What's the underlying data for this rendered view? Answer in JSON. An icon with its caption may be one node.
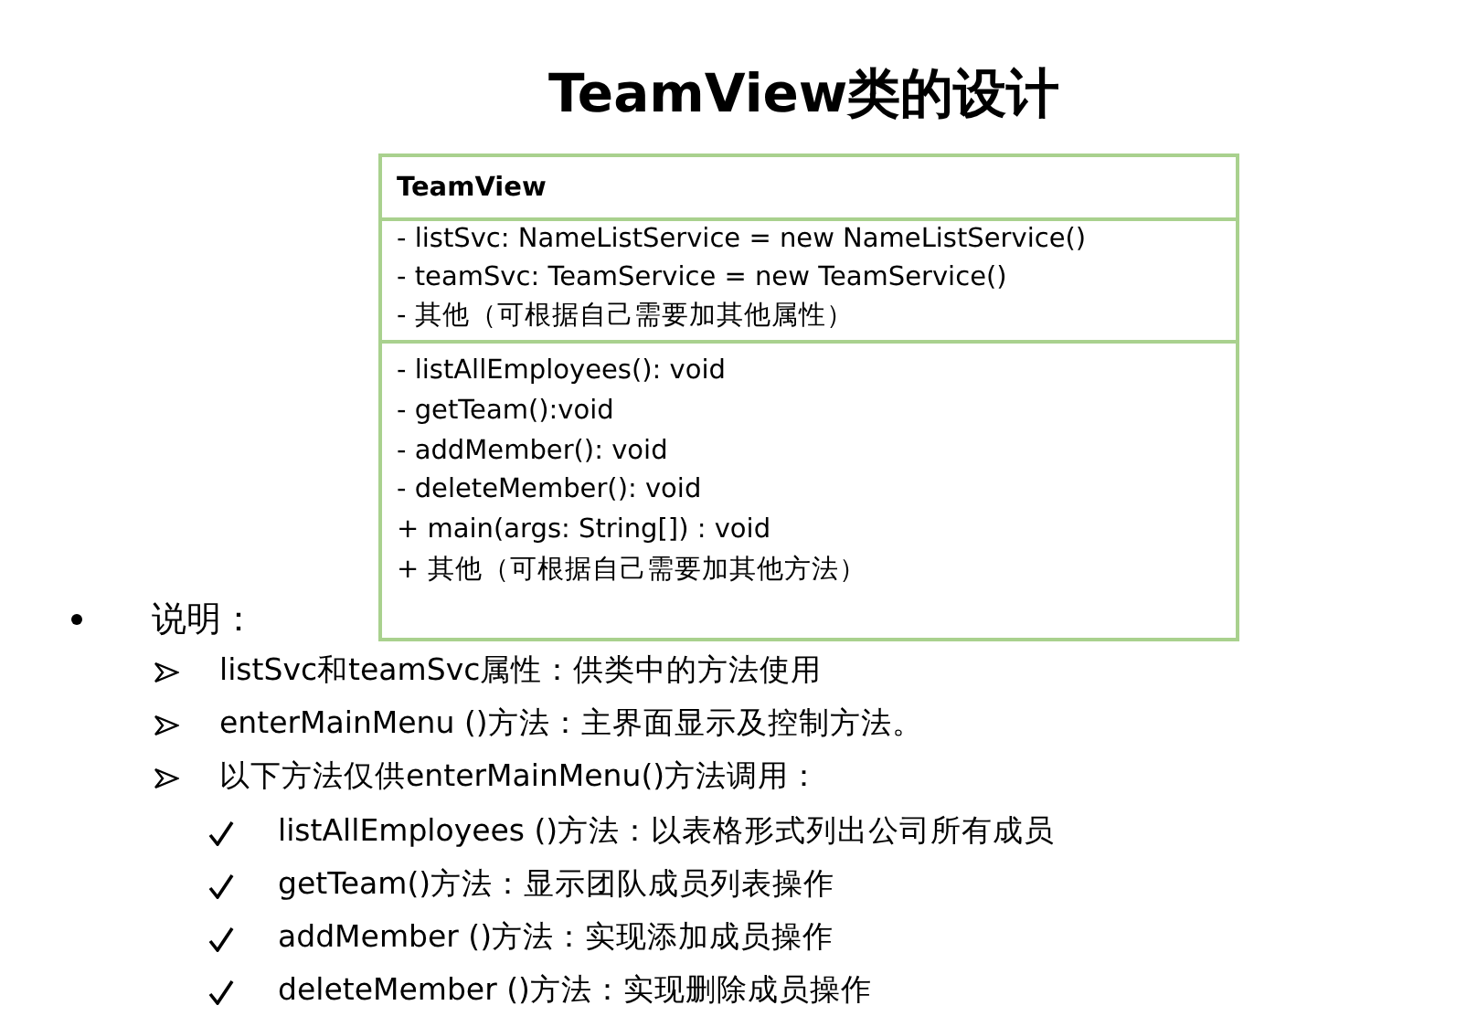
{
  "diagram": {
    "title": "TeamView类的设计",
    "nodes": [
      {
        "text": [
          "TeamView"
        ]
      },
      {
        "text": [
          "- listSvc: NameListService = new NameListService()",
          "-   teamSvc: TeamService = new TeamService()",
          "-   其他（可根据自己需要加其他属性）"
        ]
      },
      {
        "text": [
          "- listAllEmployees(): void",
          "- getTeam():void",
          "- addMember(): void",
          "- deleteMember(): void",
          "+ main(args: String[]) : void",
          "+ 其他（可根据自己需要加其他方法）"
        ]
      }
    ],
    "edges": [],
    "labels": [
      "说明：",
      "listSvc和teamSvc属性：供类中的方法使用",
      "enterMainMenu ()方法：主界面显示及控制方法。",
      "以下方法仅供enterMainMenu()方法调用：",
      "listAllEmployees ()方法：以表格形式列出公司所有成员",
      "getTeam()方法：显示团队成员列表操作",
      "addMember ()方法：实现添加成员操作",
      "deleteMember ()方法：实现删除成员操作"
    ]
  }
}
